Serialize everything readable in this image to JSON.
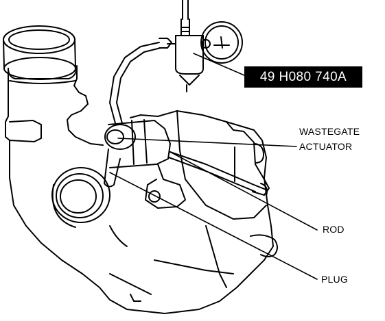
{
  "labels": {
    "tool_number": "49 H080 740A",
    "wastegate_line1": "WASTEGATE",
    "wastegate_line2": "ACTUATOR",
    "rod": "ROD",
    "plug": "PLUG"
  },
  "colors": {
    "ink": "#000000",
    "paper": "#ffffff"
  }
}
